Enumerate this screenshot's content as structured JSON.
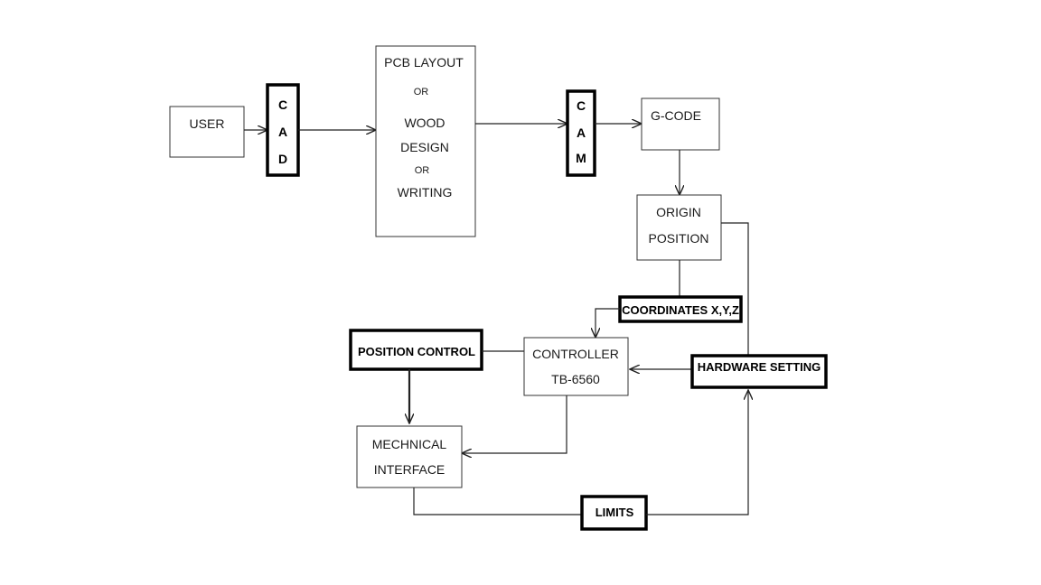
{
  "nodes": {
    "user": {
      "label": "USER"
    },
    "cad": {
      "letters": [
        "C",
        "A",
        "D"
      ]
    },
    "design": {
      "lines": [
        "PCB LAYOUT",
        "OR",
        "WOOD",
        "DESIGN",
        "OR",
        "WRITING"
      ]
    },
    "cam": {
      "letters": [
        "C",
        "A",
        "M"
      ]
    },
    "gcode": {
      "label": "G-CODE"
    },
    "origin": {
      "lines": [
        "ORIGIN",
        "POSITION"
      ]
    },
    "coordinates": {
      "label": "COORDINATES X,Y,Z"
    },
    "position_control": {
      "label": "POSITION CONTROL"
    },
    "controller": {
      "lines": [
        "CONTROLLER",
        "TB-6560"
      ]
    },
    "hardware_setting": {
      "label": "HARDWARE SETTING"
    },
    "mechanical": {
      "lines": [
        "MECHNICAL",
        "INTERFACE"
      ]
    },
    "limits": {
      "label": "LIMITS"
    }
  },
  "colors": {
    "line": "#222222",
    "thick_border": "#000000",
    "thin_border": "#333333"
  }
}
